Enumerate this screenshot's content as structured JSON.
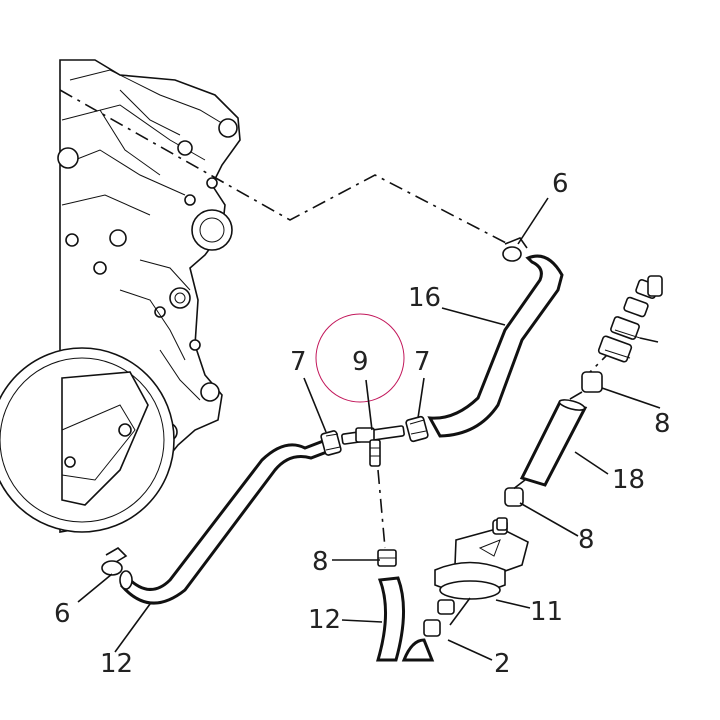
{
  "diagram": {
    "callouts": [
      {
        "id": "c6a",
        "text": "6"
      },
      {
        "id": "c16",
        "text": "16"
      },
      {
        "id": "c7l",
        "text": "7"
      },
      {
        "id": "c9",
        "text": "9"
      },
      {
        "id": "c7r",
        "text": "7"
      },
      {
        "id": "c8a",
        "text": "8"
      },
      {
        "id": "c18",
        "text": "18"
      },
      {
        "id": "c8b",
        "text": "8"
      },
      {
        "id": "c8c",
        "text": "8"
      },
      {
        "id": "c11",
        "text": "11"
      },
      {
        "id": "c12a",
        "text": "12"
      },
      {
        "id": "c6b",
        "text": "6"
      },
      {
        "id": "c12b",
        "text": "12"
      },
      {
        "id": "c2",
        "text": "2"
      }
    ],
    "highlight_color": "#c2185b"
  }
}
